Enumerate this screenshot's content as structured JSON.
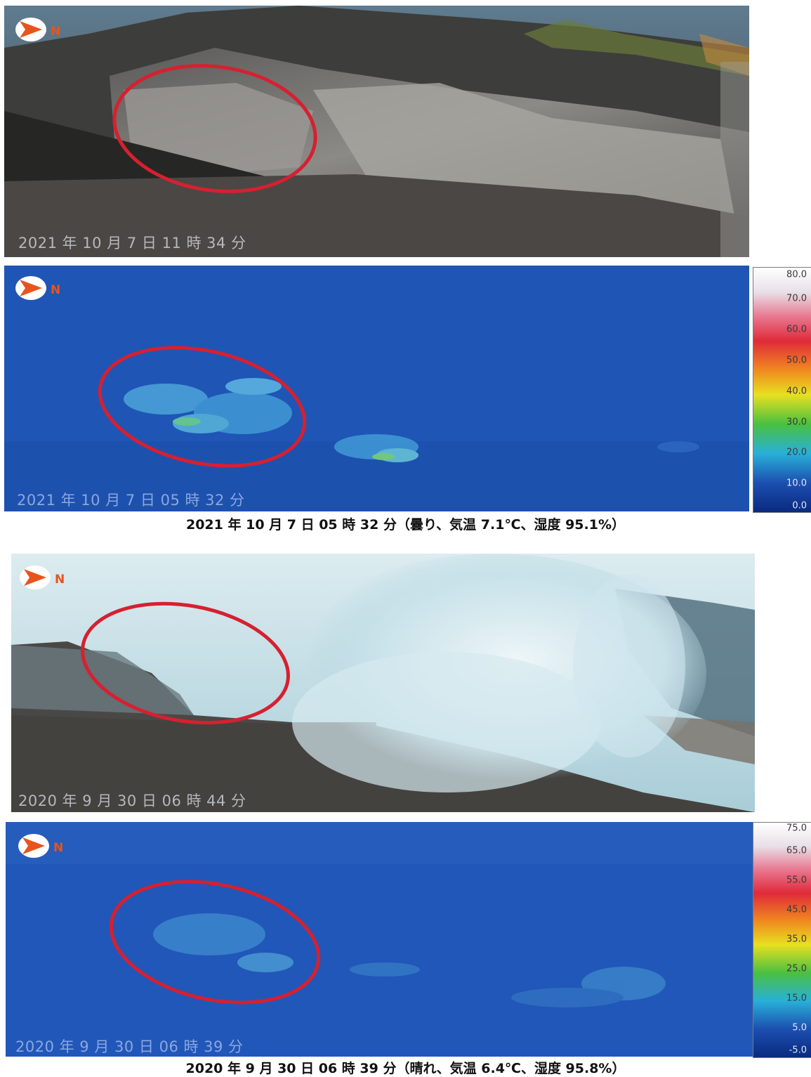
{
  "panels": {
    "p1": {
      "timestamp": "2021 年 10 月 7 日 11 時 34 分"
    },
    "p2": {
      "timestamp": "2021 年 10 月 7 日 05 時 32 分"
    },
    "p3": {
      "timestamp": "2020 年 9 月 30 日 06 時 44 分"
    },
    "p4": {
      "timestamp": "2020 年 9 月 30 日 06 時 39 分"
    }
  },
  "compass_label": "N",
  "captions": {
    "c1": "2021 年 10 月 7 日 05 時 32 分（曇り、気温 7.1℃、湿度 95.1%）",
    "c2": "2020 年 9 月 30 日 06 時 39 分（晴れ、気温 6.4℃、湿度 95.8%）"
  },
  "scale1": {
    "ticks": [
      "80.0",
      "70.0",
      "60.0",
      "50.0",
      "40.0",
      "30.0",
      "20.0",
      "10.0",
      "0.0"
    ]
  },
  "scale2": {
    "ticks": [
      "75.0",
      "65.0",
      "55.0",
      "45.0",
      "35.0",
      "25.0",
      "15.0",
      "5.0",
      "-5.0"
    ]
  },
  "colors": {
    "thermal_blue": "#1f55b5",
    "circle_red": "#d62030",
    "compass_orange": "#e8541c"
  }
}
